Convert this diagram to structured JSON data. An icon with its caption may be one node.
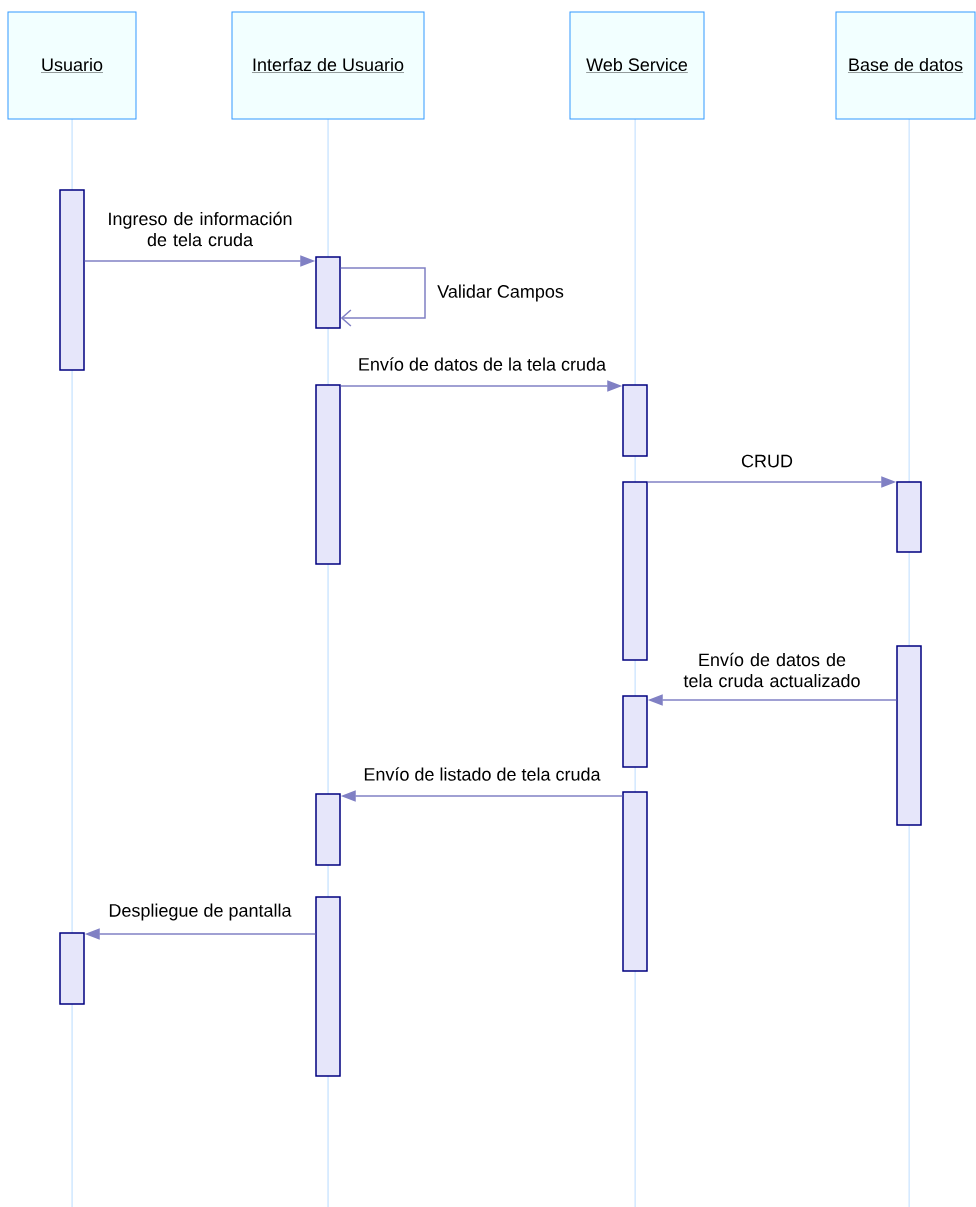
{
  "diagram": {
    "nodes": [
      {
        "text": [
          "Usuario"
        ]
      },
      {
        "text": [
          "Interfaz de Usuario"
        ]
      },
      {
        "text": [
          "Web Service"
        ]
      },
      {
        "text": [
          "Base de datos"
        ]
      },
      {
        "text": [],
        "shape": "bar"
      },
      {
        "text": [],
        "shape": "bar"
      },
      {
        "text": [],
        "shape": "bar"
      },
      {
        "text": [],
        "shape": "bar"
      },
      {
        "text": [],
        "shape": "bar"
      },
      {
        "text": [],
        "shape": "bar"
      },
      {
        "text": [],
        "shape": "bar"
      },
      {
        "text": [],
        "shape": "bar"
      },
      {
        "text": [],
        "shape": "bar"
      },
      {
        "text": [],
        "shape": "bar"
      },
      {
        "text": [],
        "shape": "bar"
      },
      {
        "text": [],
        "shape": "bar"
      }
    ],
    "edges": [
      {
        "from": 4,
        "to": 5,
        "arrow": "to",
        "label": "Ingreso de información de tela cruda"
      },
      {
        "from": 5,
        "to": 5,
        "arrow": "to",
        "label": "Validar Campos"
      },
      {
        "from": 6,
        "to": 7,
        "arrow": "to",
        "label": "Envío de datos de la tela cruda"
      },
      {
        "from": 8,
        "to": 9,
        "arrow": "to",
        "label": "CRUD"
      },
      {
        "from": 10,
        "to": 11,
        "arrow": "to",
        "label": "Envío de datos de tela cruda actualizado"
      },
      {
        "from": 12,
        "to": 13,
        "arrow": "to",
        "label": "Envío de listado de tela cruda"
      },
      {
        "from": 14,
        "to": 15,
        "arrow": "to",
        "label": "Despliegue de pantalla"
      }
    ]
  }
}
